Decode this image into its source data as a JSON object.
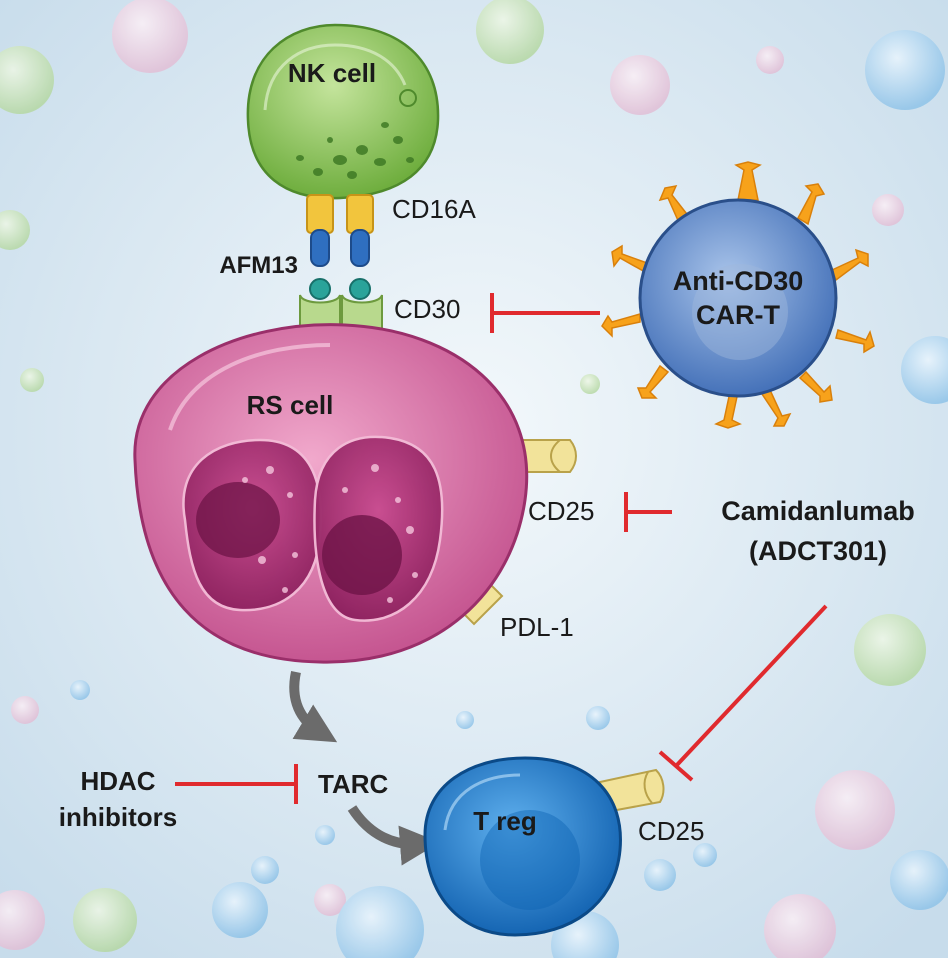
{
  "labels": {
    "nk_cell": "NK cell",
    "cd16a": "CD16A",
    "afm13": "AFM13",
    "cd30": "CD30",
    "car_t_line1": "Anti-CD30",
    "car_t_line2": "CAR-T",
    "rs_cell": "RS cell",
    "cd25_rs": "CD25",
    "camidanlumab_line1": "Camidanlumab",
    "camidanlumab_line2": "(ADCT301)",
    "pdl1": "PDL-1",
    "hdac_line1": "HDAC",
    "hdac_line2": "inhibitors",
    "tarc": "TARC",
    "treg": "T reg",
    "cd25_treg": "CD25"
  },
  "colors": {
    "inhibition": "#e02a2e",
    "flow_arrow": "#6b6b6b",
    "nk_cell": "#8cc45a",
    "rs_cell": "#d4629e",
    "car_t": "#4a7cc4",
    "treg": "#1a73c8",
    "receptor": "#f2e39a"
  }
}
